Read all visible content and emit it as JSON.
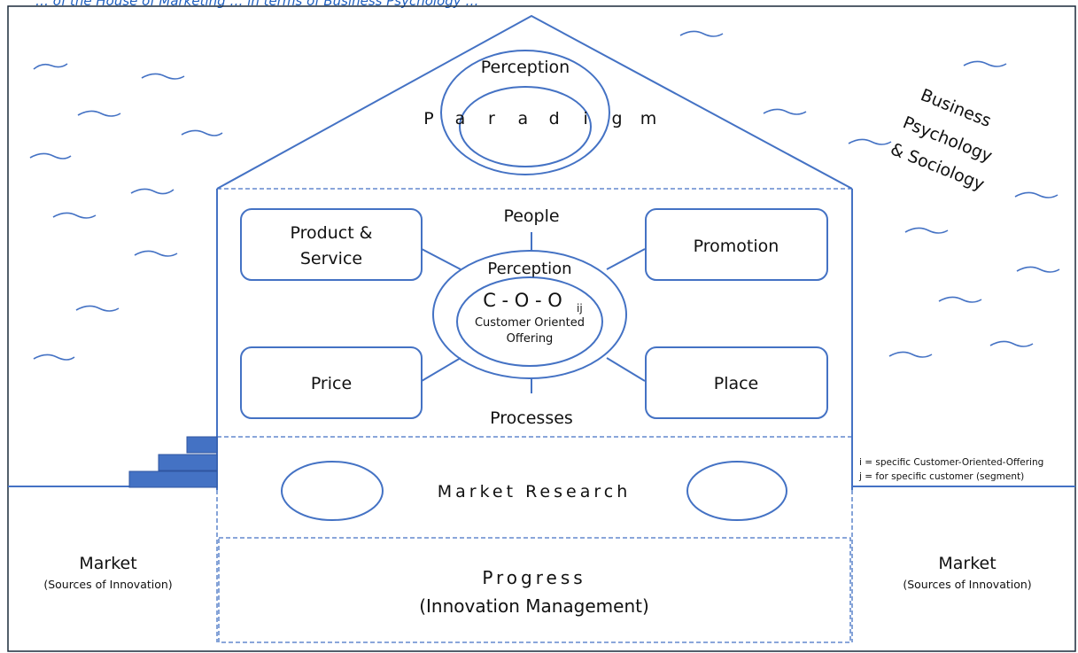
{
  "caption": "… of the House of Marketing … in terms of Business Psychology …",
  "roof": {
    "perception": "Perception",
    "paradigm_letters": [
      "P",
      "a",
      "r",
      "a",
      "d",
      "i",
      "g",
      "m"
    ]
  },
  "side_label": [
    "Business",
    "Psychology",
    "& Sociology"
  ],
  "boxes": {
    "product": [
      "Product &",
      "Service"
    ],
    "promotion": "Promotion",
    "price": "Price",
    "place": "Place"
  },
  "center": {
    "people": "People",
    "processes": "Processes",
    "perception": "Perception",
    "coo": "C - O - O",
    "coo_sub": "ij",
    "line1": "Customer Oriented",
    "line2": "Offering"
  },
  "market_research": "Market Research",
  "progress": {
    "title": "Progress",
    "subtitle": "(Innovation Management)"
  },
  "market_left": {
    "title": "Market",
    "subtitle": "(Sources of Innovation)"
  },
  "market_right": {
    "title": "Market",
    "subtitle": "(Sources of Innovation)"
  },
  "notes": [
    "i = specific Customer-Oriented-Offering",
    "j = for specific customer (segment)"
  ],
  "colors": {
    "line": "#4472c4",
    "stairs": "#4472c4",
    "text": "#111111"
  }
}
